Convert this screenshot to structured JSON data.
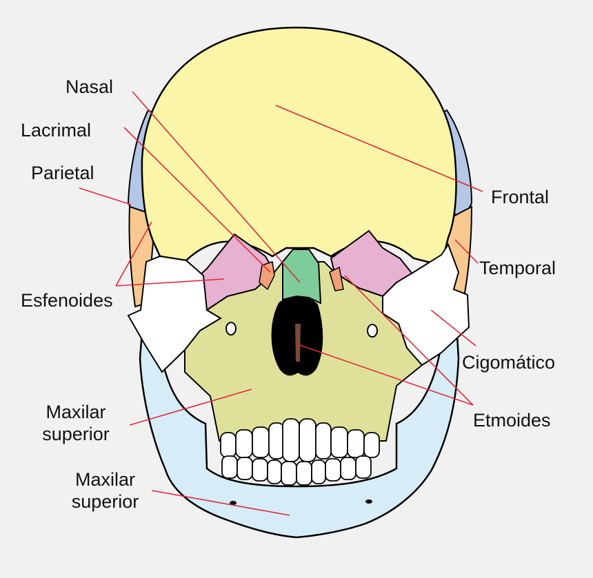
{
  "labels": {
    "nasal": "Nasal",
    "lacrimal": "Lacrimal",
    "parietal": "Parietal",
    "esfenoides": "Esfenoides",
    "maxilar_superior_1_line1": "Maxilar",
    "maxilar_superior_1_line2": "superior",
    "maxilar_superior_2_line1": "Maxilar",
    "maxilar_superior_2_line2": "superior",
    "frontal": "Frontal",
    "temporal": "Temporal",
    "cigomatico": "Cigomático",
    "etmoides": "Etmoides"
  },
  "colors": {
    "background": "#f1f1f1",
    "frontal": "#fbf5a8",
    "parietal": "#b5c7e6",
    "temporal": "#f7c990",
    "sphenoid": "#e7b1d1",
    "maxilla": "#dfe19b",
    "mandible": "#d6ecf7",
    "nasal": "#7fcc9b",
    "zygomatic": "#ffffff",
    "lacrimal": "#f0a07a",
    "leader_line": "#e0283a",
    "outline": "#000000"
  }
}
